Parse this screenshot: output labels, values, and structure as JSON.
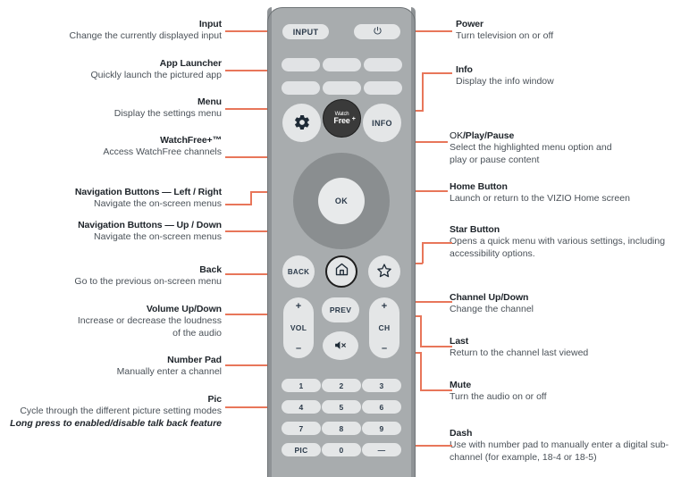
{
  "colors": {
    "leader": "#e8765a",
    "dot": "#e8572b",
    "body": "#a8acae",
    "body_edge": "#8f9396",
    "button": "#e4e6e7",
    "dpad_ring": "#8a8e90",
    "watchfree_bg": "#3a3a3a",
    "title_text": "#20262c",
    "desc_text": "#4a5158",
    "key_text": "#2b3a4a"
  },
  "callouts": {
    "left": [
      {
        "title": "Input",
        "lines": [
          "Change the currently displayed input"
        ]
      },
      {
        "title": "App Launcher",
        "lines": [
          "Quickly launch the pictured app"
        ]
      },
      {
        "title": "Menu",
        "lines": [
          "Display the settings menu"
        ]
      },
      {
        "title": "WatchFree+™",
        "lines": [
          "Access WatchFree channels"
        ]
      },
      {
        "title": "Navigation Buttons — Left / Right",
        "lines": [
          "Navigate the on-screen menus"
        ]
      },
      {
        "title": "Navigation Buttons — Up / Down",
        "lines": [
          "Navigate the on-screen menus"
        ]
      },
      {
        "title": "Back",
        "lines": [
          "Go to the previous on-screen menu"
        ]
      },
      {
        "title": "Volume Up/Down",
        "lines": [
          "Increase or decrease the loudness",
          "of the audio"
        ]
      },
      {
        "title": "Number Pad",
        "lines": [
          "Manually enter a channel"
        ]
      },
      {
        "title": "Pic",
        "lines": [
          "Cycle through the different picture setting modes"
        ],
        "emphasis": "Long press to enabled/disable talk back feature"
      }
    ],
    "right": [
      {
        "title": "Power",
        "lines": [
          "Turn television on or off"
        ]
      },
      {
        "title": "Info",
        "lines": [
          "Display the info window"
        ]
      },
      {
        "title": "OK/Play/Pause",
        "title_light_prefix": "OK",
        "title_bold_rest": "/Play/Pause",
        "lines": [
          "Select the highlighted menu option and",
          "play or pause content"
        ]
      },
      {
        "title": "Home Button",
        "lines": [
          "Launch or return to the VIZIO Home screen"
        ]
      },
      {
        "title": "Star Button",
        "lines": [
          "Opens a quick menu with various settings, including",
          "accessibility options."
        ]
      },
      {
        "title": "Channel Up/Down",
        "lines": [
          "Change the channel"
        ]
      },
      {
        "title": "Last",
        "lines": [
          "Return to the channel last viewed"
        ]
      },
      {
        "title": "Mute",
        "lines": [
          "Turn the audio on or off"
        ]
      },
      {
        "title": "Dash",
        "lines": [
          "Use with number pad to manually enter a digital sub-",
          "channel (for example, 18-4 or 18-5)"
        ]
      }
    ]
  },
  "remote": {
    "input_label": "INPUT",
    "power_icon": "power-icon",
    "app_launcher_count": 6,
    "menu_icon": "gear-icon",
    "watchfree": {
      "top": "Watch",
      "bottom": "Free",
      "plus": "+"
    },
    "info_label": "INFO",
    "ok_label": "OK",
    "back_label": "BACK",
    "home_icon": "home-icon",
    "star_icon": "star-icon",
    "volume": {
      "plus": "+",
      "label": "VOL",
      "minus": "–"
    },
    "channel": {
      "plus": "+",
      "label": "CH",
      "minus": "–"
    },
    "prev_label": "PREV",
    "mute_icon": "mute-icon",
    "numpad": [
      [
        "1",
        "2",
        "3"
      ],
      [
        "4",
        "5",
        "6"
      ],
      [
        "7",
        "8",
        "9"
      ],
      [
        "PIC",
        "0",
        "—"
      ]
    ]
  }
}
